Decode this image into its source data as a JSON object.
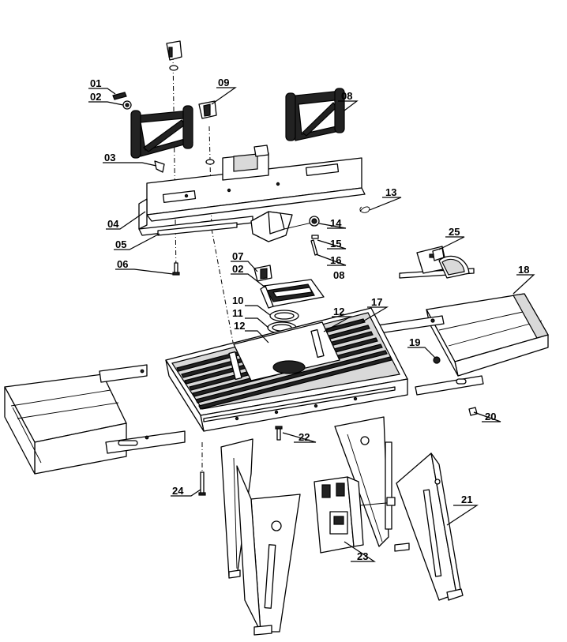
{
  "labels": {
    "p01": "01",
    "p02a": "02",
    "p03": "03",
    "p04": "04",
    "p05": "05",
    "p06": "06",
    "p07": "07",
    "p02b": "02",
    "p08a": "08",
    "p08b": "08",
    "p09": "09",
    "p10": "10",
    "p11": "11",
    "p12a": "12",
    "p12b": "12",
    "p13": "13",
    "p14": "14",
    "p15": "15",
    "p16": "16",
    "p17": "17",
    "p18": "18",
    "p19": "19",
    "p20": "20",
    "p21": "21",
    "p22": "22",
    "p23": "23",
    "p24": "24",
    "p25": "25"
  }
}
